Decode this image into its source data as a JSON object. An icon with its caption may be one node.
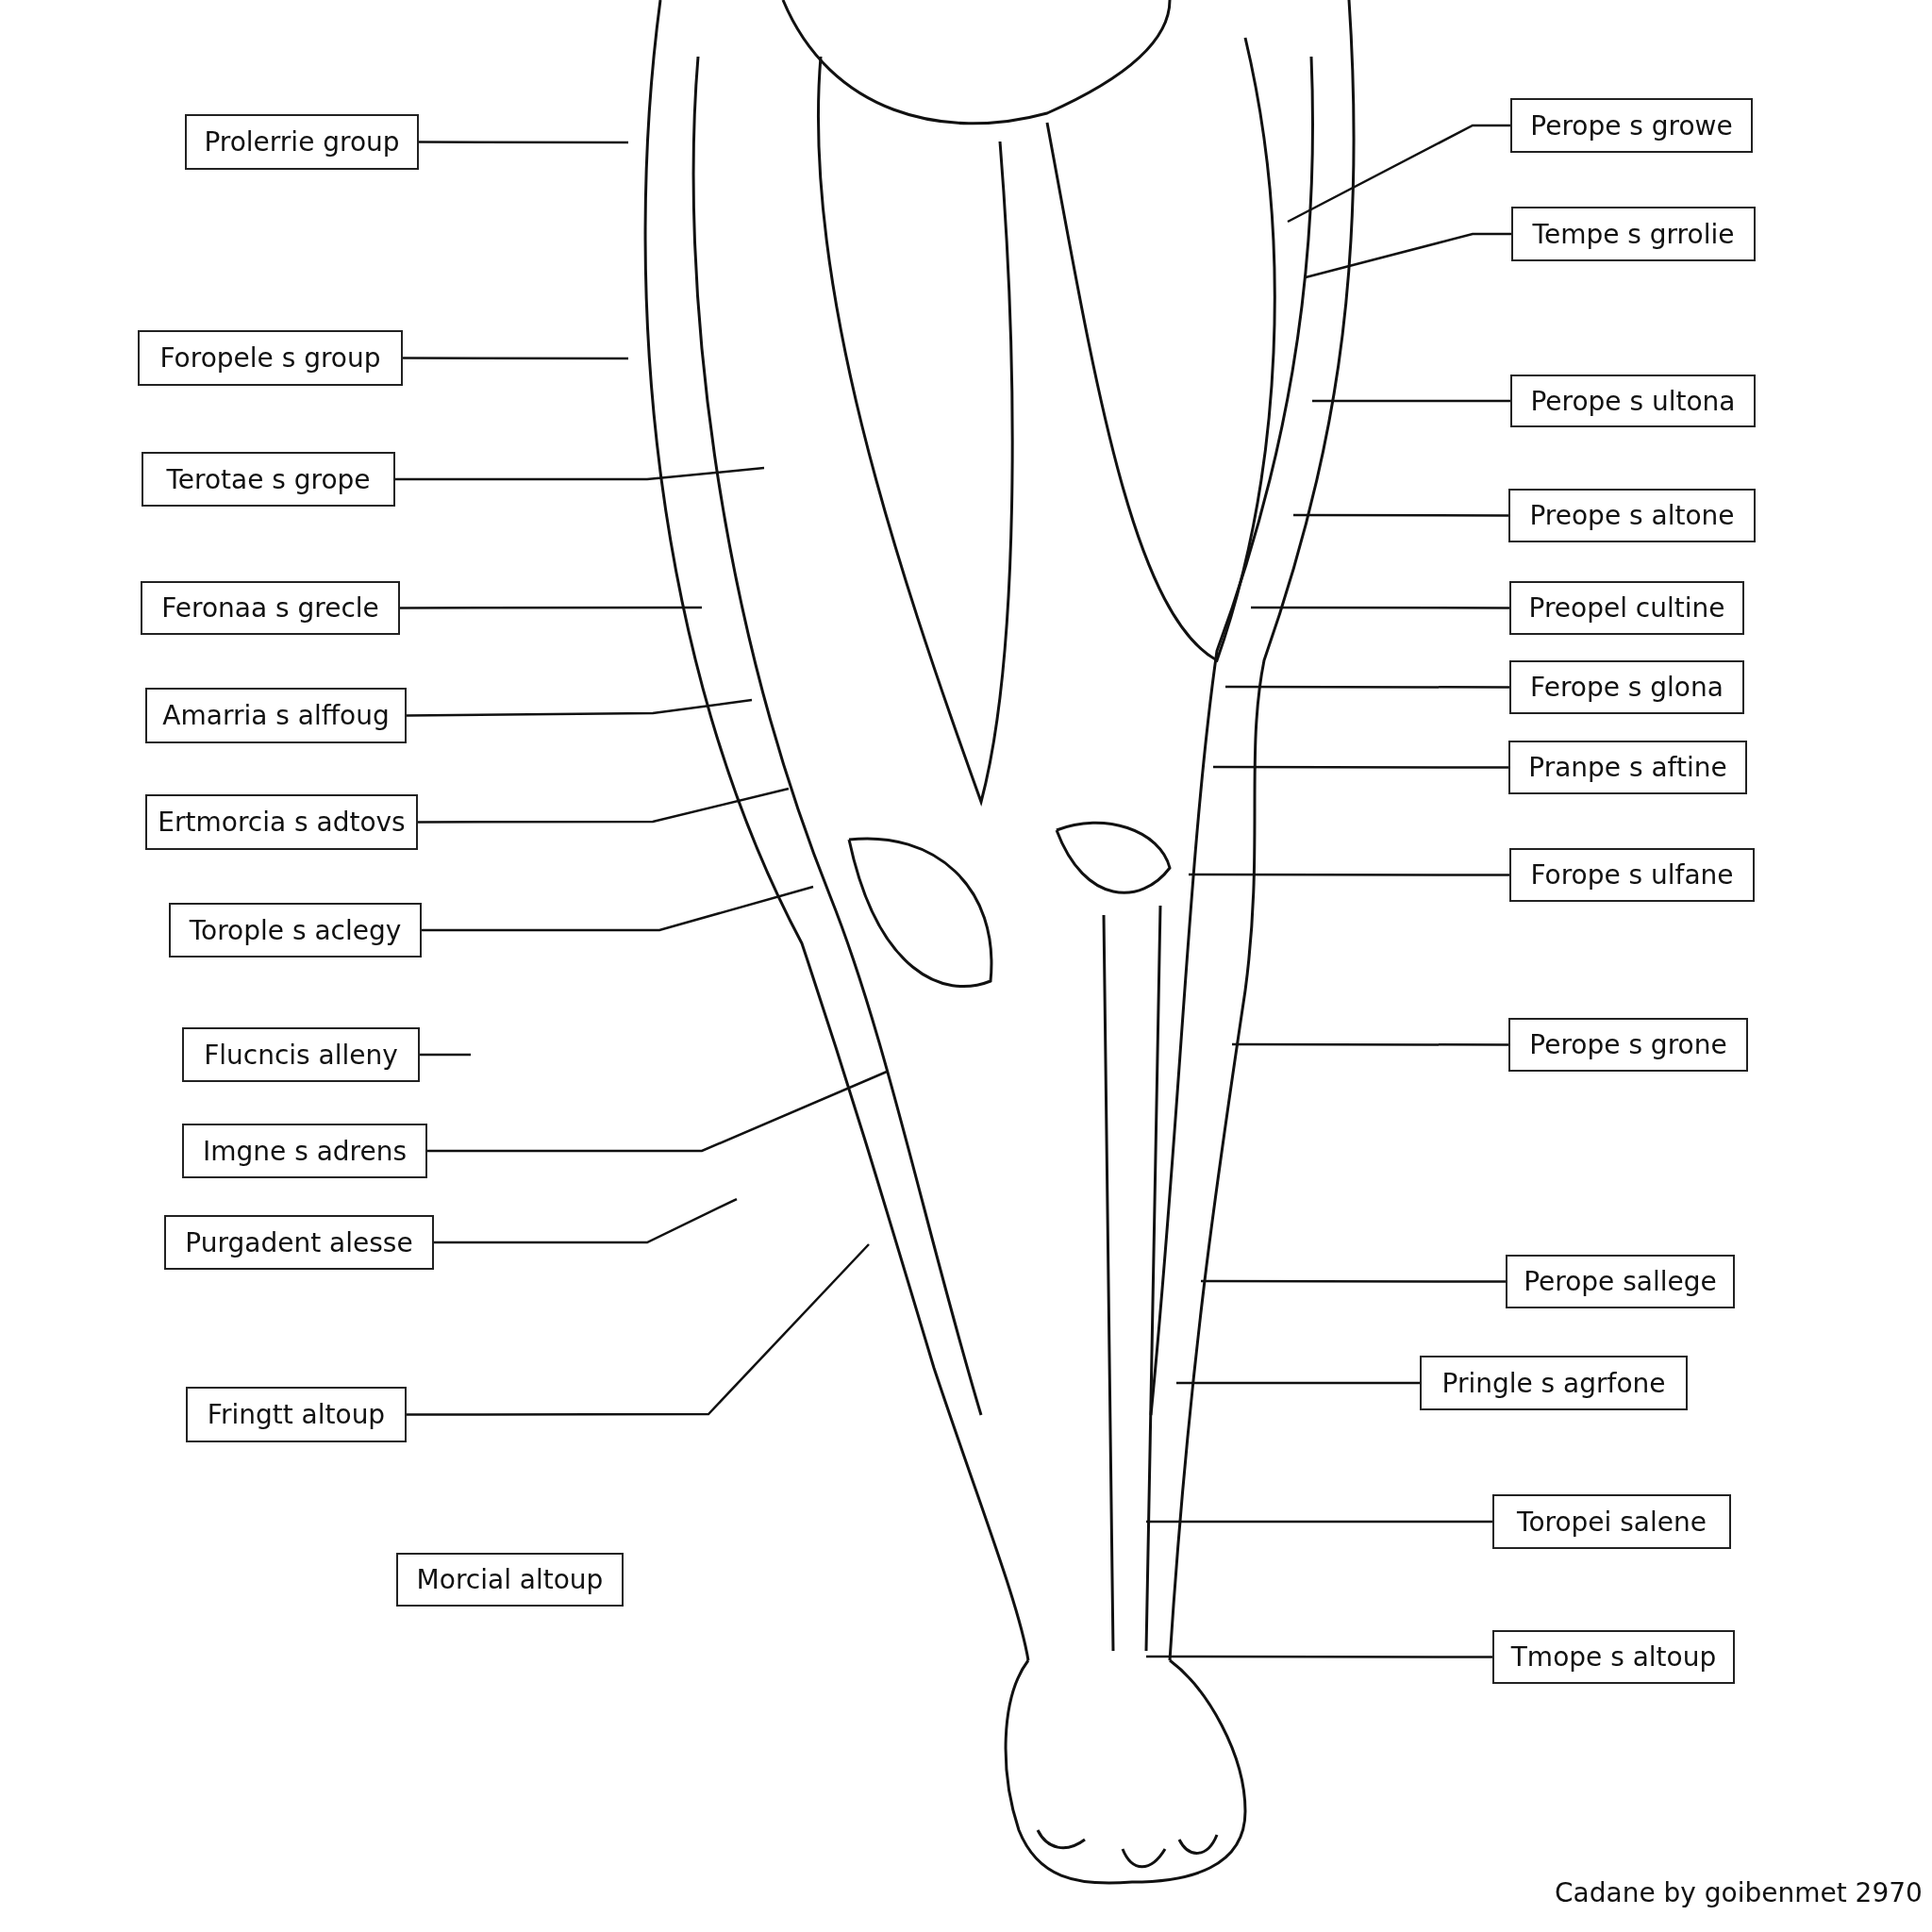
{
  "diagram": {
    "caption": "Cadane by goibenmet 2970",
    "nodes": [
      {
        "text": [
          "Prolerrie group"
        ]
      },
      {
        "text": [
          "Foropele s group"
        ]
      },
      {
        "text": [
          "Terotae s grope"
        ]
      },
      {
        "text": [
          "Feronaa s grecle"
        ]
      },
      {
        "text": [
          "Amarria s alffoug"
        ]
      },
      {
        "text": [
          "Ertmorcia s adtovs"
        ]
      },
      {
        "text": [
          "Torople s aclegy"
        ]
      },
      {
        "text": [
          "Flucncis alleny"
        ]
      },
      {
        "text": [
          "Imgne s adrens"
        ]
      },
      {
        "text": [
          "Purgadent alesse"
        ]
      },
      {
        "text": [
          "Fringtt altoup"
        ]
      },
      {
        "text": [
          "Morcial altoup"
        ]
      },
      {
        "text": [
          "Perope s growe"
        ]
      },
      {
        "text": [
          "Tempe s grrolie"
        ]
      },
      {
        "text": [
          "Perope s ultona"
        ]
      },
      {
        "text": [
          "Preope s altone"
        ]
      },
      {
        "text": [
          "Preopel cultine"
        ]
      },
      {
        "text": [
          "Ferope s glona"
        ]
      },
      {
        "text": [
          "Pranpe s aftine"
        ]
      },
      {
        "text": [
          "Forope s ulfane"
        ]
      },
      {
        "text": [
          "Perope s grone"
        ]
      },
      {
        "text": [
          "Perope sallege"
        ]
      },
      {
        "text": [
          "Pringle s agrfone"
        ]
      },
      {
        "text": [
          "Toropei salene"
        ]
      },
      {
        "text": [
          "Tmope s altoup"
        ]
      }
    ],
    "edges": [
      {
        "from": 0,
        "to": null,
        "arrow": "none"
      },
      {
        "from": 1,
        "to": null,
        "arrow": "none"
      },
      {
        "from": 2,
        "to": null,
        "arrow": "none"
      },
      {
        "from": 3,
        "to": null,
        "arrow": "none"
      },
      {
        "from": 4,
        "to": null,
        "arrow": "none"
      },
      {
        "from": 5,
        "to": null,
        "arrow": "none"
      },
      {
        "from": 6,
        "to": null,
        "arrow": "none"
      },
      {
        "from": 7,
        "to": null,
        "arrow": "none"
      },
      {
        "from": 8,
        "to": null,
        "arrow": "none"
      },
      {
        "from": 9,
        "to": null,
        "arrow": "none"
      },
      {
        "from": 10,
        "to": null,
        "arrow": "none"
      },
      {
        "from": 12,
        "to": null,
        "arrow": "none"
      },
      {
        "from": 13,
        "to": null,
        "arrow": "none"
      },
      {
        "from": 14,
        "to": null,
        "arrow": "none"
      },
      {
        "from": 15,
        "to": null,
        "arrow": "none"
      },
      {
        "from": 16,
        "to": null,
        "arrow": "none"
      },
      {
        "from": 17,
        "to": null,
        "arrow": "none"
      },
      {
        "from": 18,
        "to": null,
        "arrow": "none"
      },
      {
        "from": 19,
        "to": null,
        "arrow": "none"
      },
      {
        "from": 20,
        "to": null,
        "arrow": "none"
      },
      {
        "from": 21,
        "to": null,
        "arrow": "none"
      },
      {
        "from": 22,
        "to": null,
        "arrow": "none"
      },
      {
        "from": 23,
        "to": null,
        "arrow": "none"
      },
      {
        "from": 24,
        "to": null,
        "arrow": "none"
      }
    ]
  }
}
